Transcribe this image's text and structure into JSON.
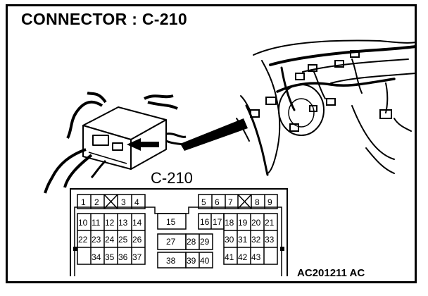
{
  "title": "CONNECTOR : C-210",
  "connector_label": "C-210",
  "figure_code": "AC201211 AC",
  "pins": {
    "p1": "1",
    "p2": "2",
    "p3": "3",
    "p4": "4",
    "p5": "5",
    "p6": "6",
    "p7": "7",
    "p8": "8",
    "p9": "9",
    "p10": "10",
    "p11": "11",
    "p12": "12",
    "p13": "13",
    "p14": "14",
    "p15": "15",
    "p16": "16",
    "p17": "17",
    "p18": "18",
    "p19": "19",
    "p20": "20",
    "p21": "21",
    "p22": "22",
    "p23": "23",
    "p24": "24",
    "p25": "25",
    "p26": "26",
    "p27": "27",
    "p28": "28",
    "p29": "29",
    "p30": "30",
    "p31": "31",
    "p32": "32",
    "p33": "33",
    "p34": "34",
    "p35": "35",
    "p36": "36",
    "p37": "37",
    "p38": "38",
    "p39": "39",
    "p40": "40",
    "p41": "41",
    "p42": "42",
    "p43": "43"
  }
}
